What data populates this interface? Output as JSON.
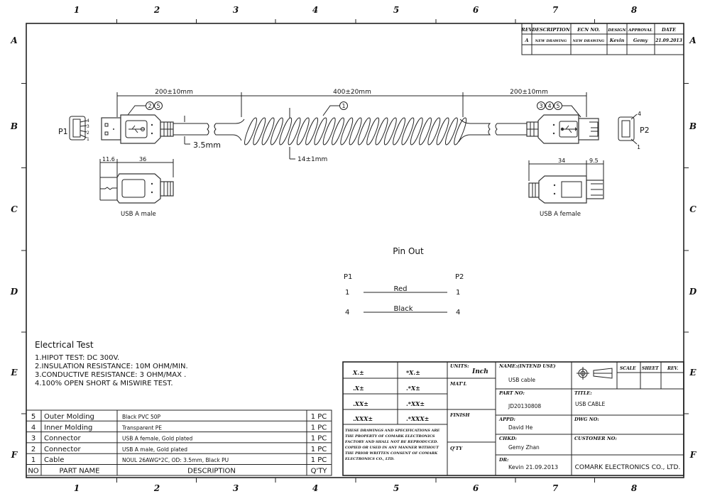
{
  "frame": {
    "columns": [
      "1",
      "2",
      "3",
      "4",
      "5",
      "6",
      "7",
      "8"
    ],
    "rows": [
      "A",
      "B",
      "C",
      "D",
      "E",
      "F"
    ]
  },
  "revision": {
    "headers": [
      "REV",
      "DESCRIPTION",
      "ECN NO.",
      "DESIGN",
      "APPROVAL",
      "DATE"
    ],
    "rows": [
      [
        "A",
        "NEW DRAWING",
        "NEW DRAWING",
        "Kevin",
        "Gemy",
        "21.09.2013"
      ]
    ]
  },
  "drawing": {
    "dim_left": "200±10mm",
    "dim_middle": "400±20mm",
    "dim_right": "200±10mm",
    "dim_cable_od": "3.5mm",
    "dim_coil": "14±1mm",
    "balloons_left": [
      "2",
      "5"
    ],
    "balloons_middle": [
      "1"
    ],
    "balloons_right": [
      "3",
      "4",
      "5"
    ],
    "p1_label": "P1",
    "p2_label": "P2",
    "p1_pins": [
      "4",
      "3",
      "2",
      "1"
    ],
    "p2_pins": [
      "4",
      "1"
    ],
    "male_dims": [
      "11.6",
      "36"
    ],
    "female_dims": [
      "34",
      "9.5"
    ],
    "male_caption": "USB A male",
    "female_caption": "USB A female"
  },
  "pinout": {
    "title": "Pin Out",
    "left_header": "P1",
    "right_header": "P2",
    "wires": [
      {
        "p1": "1",
        "color": "Red",
        "p2": "1"
      },
      {
        "p1": "4",
        "color": "Black",
        "p2": "4"
      }
    ]
  },
  "electrical_test": {
    "title": "Electrical Test",
    "items": [
      "1.HIPOT TEST: DC 300V.",
      "2.INSULATION RESISTANCE: 10M OHM/MIN.",
      "3.CONDUCTIVE RESISTANCE: 3 OHM/MAX .",
      "4.100% OPEN SHORT & MISWIRE TEST."
    ]
  },
  "bom": {
    "headers": [
      "NO",
      "PART NAME",
      "DESCRIPTION",
      "Q'TY"
    ],
    "rows": [
      [
        "5",
        "Outer Molding",
        "Black PVC 50P",
        "1 PC"
      ],
      [
        "4",
        "Inner Molding",
        "Transparent PE",
        "1 PC"
      ],
      [
        "3",
        "Connector",
        "USB A female, Gold plated",
        "1 PC"
      ],
      [
        "2",
        "Connector",
        "USB A male, Gold plated",
        "1 PC"
      ],
      [
        "1",
        "Cable",
        "NOUL 26AWG*2C, OD: 3.5mm, Black PU",
        "1 PC"
      ]
    ]
  },
  "title_block": {
    "tolerances": [
      [
        "X.±",
        "*X.±"
      ],
      [
        ".X±",
        ".*X±"
      ],
      [
        ".XX±",
        ".*XX±"
      ],
      [
        ".XXX±",
        ".*XXX±"
      ]
    ],
    "notice": [
      "THESE DRAWINGS AND SPECIFICATIONS ARE",
      "THE PROPERTY OF COMARK ELECTRONICS",
      "FACTORY AND SHALL NOT BE REPRODUCED.",
      "COPIED OR USED IN ANY MANNER WITHOUT",
      "THE PRIOR WRITTEN CONSENT OF COMARK",
      "ELECTRONICS CO., LTD."
    ],
    "units_label": "UNITS:",
    "units_value": "Inch",
    "matl_label": "MAT'L",
    "finish_label": "FINISH",
    "qty_label": "Q'TY",
    "name_label": "NAME:(INTEND USE)",
    "name_value": "USB cable",
    "part_no_label": "PART NO:",
    "part_no_value": "JD20130808",
    "appd_label": "APPD:",
    "appd_value": "David He",
    "chkd_label": "CHKD:",
    "chkd_value": "Gemy Zhan",
    "dr_label": "DR:",
    "dr_value": "Kevin  21.09.2013",
    "scale_label": "SCALE",
    "sheet_label": "SHEET",
    "rev_label": "REV.",
    "title_label": "TITLE:",
    "title_value": "USB CABLE",
    "dwg_label": "DWG NO:",
    "customer_label": "CUSTOMER NO:",
    "company": "COMARK ELECTRONICS CO., LTD."
  }
}
